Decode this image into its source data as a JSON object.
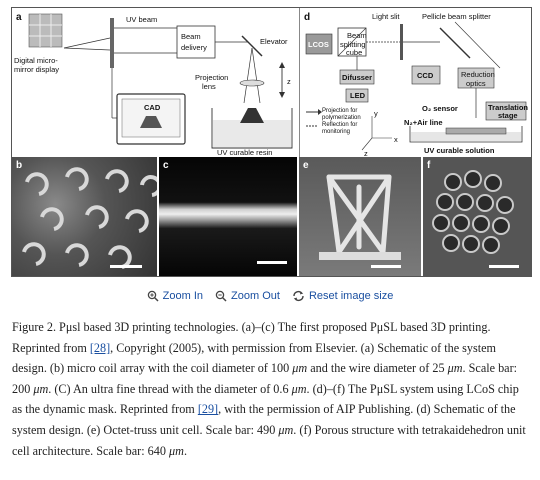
{
  "figure": {
    "panel_letters": [
      "a",
      "b",
      "c",
      "d",
      "e",
      "f"
    ],
    "panel_a": {
      "uv_beam": "UV beam",
      "dmd_line1": "Digital micro-",
      "dmd_line2": "mirror display",
      "beam_delivery_line1": "Beam",
      "beam_delivery_line2": "delivery",
      "elevator": "Elevator",
      "projection_line1": "Projection",
      "projection_line2": "lens",
      "z_axis": "z",
      "cad": "CAD",
      "resin": "UV curable resin"
    },
    "panel_d": {
      "light_slit": "Light slit",
      "pellicle": "Pellicle beam splitter",
      "lcos": "LCOS",
      "beam_split_line1": "Beam",
      "beam_split_line2": "splitting",
      "beam_split_line3": "cube",
      "difusser": "Difusser",
      "led": "LED",
      "ccd": "CCD",
      "reduction_line1": "Reduction",
      "reduction_line2": "optics",
      "translation_line1": "Translation",
      "translation_line2": "stage",
      "o2_sensor": "O₂ sensor",
      "n2_line": "N₂+Air line",
      "uv_solution": "UV curable solution",
      "legend_projection_line1": "Projection for",
      "legend_projection_line2": "polymerization",
      "legend_reflection_line1": "Reflection for",
      "legend_reflection_line2": "monitoring",
      "axis_y": "y",
      "axis_x": "x",
      "axis_z": "z"
    }
  },
  "toolbar": {
    "zoom_in": "Zoom In",
    "zoom_out": "Zoom Out",
    "reset": "Reset image size"
  },
  "caption": {
    "p1": "Figure 2. Pμsl based 3D printing technologies. (a)–(c) The first proposed PμSL based 3D printing. Reprinted from ",
    "ref1": "[28]",
    "p2": ", Copyright (2005), with permission from Elsevier. (a) Schematic of the system design. (b) micro coil array with the coil diameter of 100 ",
    "unit1": "μm",
    "p3": " and the wire diameter of 25 ",
    "unit2": "μm",
    "p4": ". Scale bar: 200 ",
    "unit3": "μm",
    "p5": ". (C) An ultra fine thread with the diameter of 0.6 ",
    "unit4": "μm",
    "p6": ". (d)–(f) The PμSL system using LCoS chip as the dynamic mask. Reprinted from ",
    "ref2": "[29]",
    "p7": ", with the permission of AIP Publishing. (d) Schematic of the system design. (e) Octet-truss unit cell. Scale bar: 490 ",
    "unit5": "μm",
    "p8": ". (f) Porous structure with tetrakaidehedron unit cell architecture. Scale bar: 640 ",
    "unit6": "μm",
    "p9": "."
  },
  "colors": {
    "link": "#1a4fa0",
    "text": "#222222",
    "diagram_line": "#333333"
  }
}
